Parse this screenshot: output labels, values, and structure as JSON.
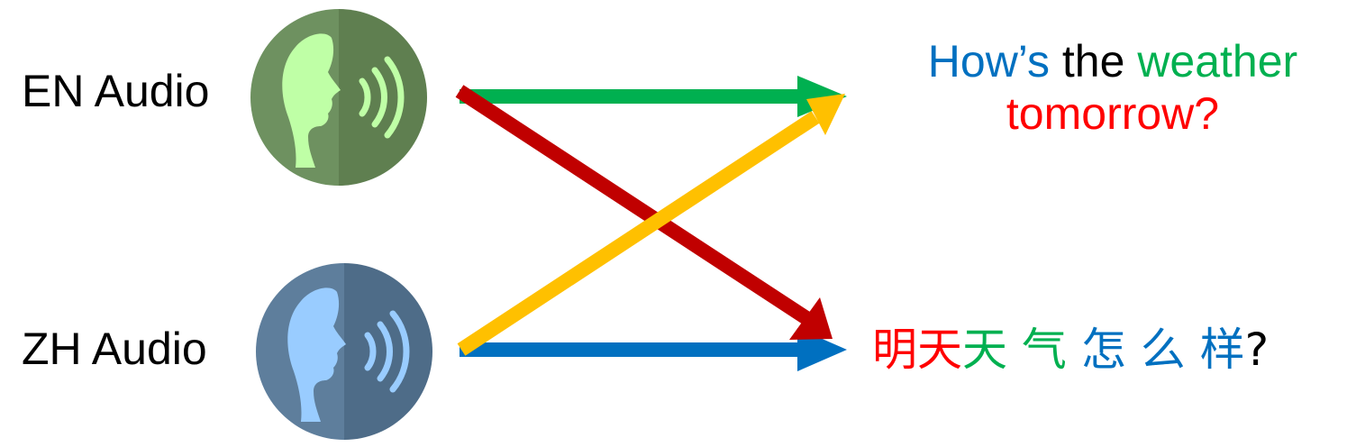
{
  "labels": {
    "en_audio": "EN Audio",
    "zh_audio": "ZH Audio"
  },
  "icons": {
    "en_icon": "speaking-head-icon",
    "zh_icon": "speaking-head-icon"
  },
  "colors": {
    "blue": "#0070c0",
    "black": "#000000",
    "green": "#00b050",
    "red": "#ff0000",
    "en_icon_bg": "#6b8c5a",
    "en_icon_face": "#bfffa6",
    "zh_icon_bg": "#5a7a99",
    "zh_icon_face": "#99ccff",
    "arrow_green": "#00b050",
    "arrow_red": "#c00000",
    "arrow_yellow": "#ffc000",
    "arrow_blue": "#0070c0"
  },
  "en_sentence": {
    "line1": [
      {
        "text": "How’s",
        "color": "#0070c0"
      },
      {
        "text": " the ",
        "color": "#000000"
      },
      {
        "text": "weather",
        "color": "#00b050"
      }
    ],
    "line2": [
      {
        "text": "tomorrow?",
        "color": "#ff0000"
      }
    ]
  },
  "zh_sentence": [
    {
      "text": "明天",
      "color": "#ff0000"
    },
    {
      "text": "天 ",
      "color": "#00b050"
    },
    {
      "text": "气 ",
      "color": "#00b050"
    },
    {
      "text": "怎 ",
      "color": "#0070c0"
    },
    {
      "text": "么 ",
      "color": "#0070c0"
    },
    {
      "text": "样",
      "color": "#0070c0"
    },
    {
      "text": "?",
      "color": "#000000"
    }
  ]
}
